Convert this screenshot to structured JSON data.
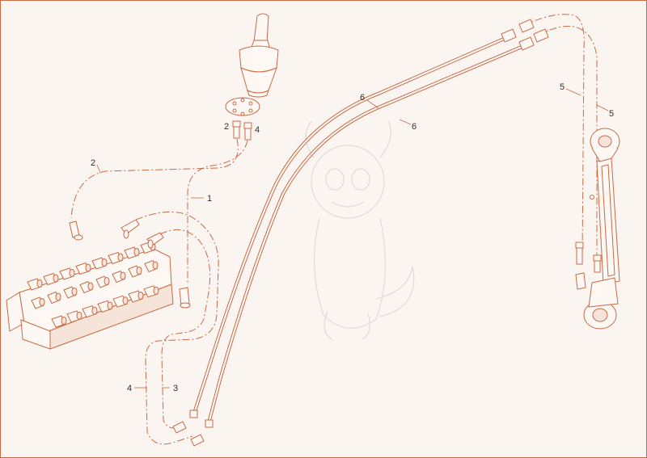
{
  "colors": {
    "line": "#c86a45",
    "background": "#fbf5f1",
    "label": "#3a2a24",
    "watermark": "#e7d8d1"
  },
  "callouts": {
    "c1": "1",
    "c2_top": "2",
    "c2_left": "2",
    "c3": "3",
    "c4_top": "4",
    "c4_bottom": "4",
    "c5_left": "5",
    "c5_right": "5",
    "c6_top": "6",
    "c6_bottom": "6"
  },
  "parts": {
    "joystick": "joystick-handle",
    "valve": "control-valve-block",
    "cylinder": "hydraulic-cylinder",
    "hoses": "hydraulic-hose-pair"
  }
}
